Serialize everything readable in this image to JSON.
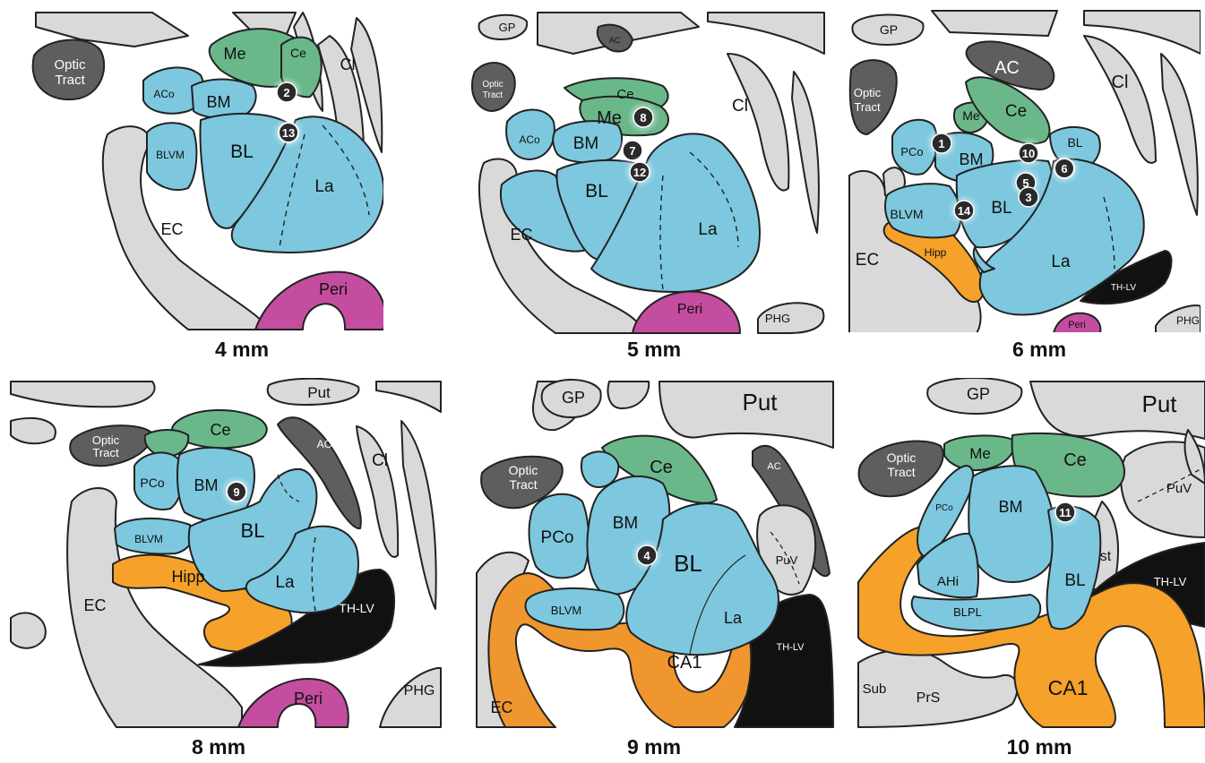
{
  "colors": {
    "amygdala": "#7dc8de",
    "central": "#6ab88a",
    "hippocampus": "#f5a12a",
    "perirhinal": "#c44da0",
    "gray_matter": "#d9d9d9",
    "dark_structure": "#5e5e5e",
    "ventricle": "#111111",
    "outline": "#222222"
  },
  "panels": [
    {
      "caption": "4 mm",
      "labels": {
        "optic": "Optic",
        "tract": "Tract",
        "me": "Me",
        "ce": "Ce",
        "cl": "Cl",
        "aco": "ACo",
        "bm": "BM",
        "blvm": "BLVM",
        "bl": "BL",
        "la": "La",
        "ec": "EC",
        "peri": "Peri"
      },
      "markers": [
        {
          "id": "2",
          "style": "dark"
        },
        {
          "id": "13",
          "style": "light"
        }
      ]
    },
    {
      "caption": "5 mm",
      "labels": {
        "gp": "GP",
        "ac": "AC",
        "cl": "Cl",
        "optic": "Optic",
        "tract": "Tract",
        "ce": "Ce",
        "me": "Me",
        "aco": "ACo",
        "bm": "BM",
        "bl": "BL",
        "la": "La",
        "ec": "EC",
        "peri": "Peri",
        "phg": "PHG"
      },
      "markers": [
        {
          "id": "8",
          "style": "dark"
        },
        {
          "id": "7",
          "style": "dark"
        },
        {
          "id": "12",
          "style": "dark"
        }
      ]
    },
    {
      "caption": "6 mm",
      "labels": {
        "gp": "GP",
        "ac": "AC",
        "cl": "Cl",
        "optic": "Optic",
        "tract": "Tract",
        "me": "Me",
        "ce": "Ce",
        "pco": "PCo",
        "bm": "BM",
        "bl_small": "BL",
        "blvm": "BLVM",
        "bl": "BL",
        "ec": "EC",
        "hipp": "Hipp",
        "la": "La",
        "thlv": "TH-LV",
        "peri": "Peri",
        "phg": "PHG"
      },
      "markers": [
        {
          "id": "1",
          "style": "dark"
        },
        {
          "id": "10",
          "style": "dark"
        },
        {
          "id": "6",
          "style": "light"
        },
        {
          "id": "5",
          "style": "dark"
        },
        {
          "id": "3",
          "style": "dark"
        },
        {
          "id": "14",
          "style": "dark"
        }
      ]
    },
    {
      "caption": "8 mm",
      "labels": {
        "put": "Put",
        "optic": "Optic",
        "tract": "Tract",
        "ce": "Ce",
        "ac": "AC",
        "cl": "Cl",
        "pco": "PCo",
        "bm": "BM",
        "blvm": "BLVM",
        "bl": "BL",
        "la": "La",
        "ec": "EC",
        "hipp": "Hipp",
        "thlv": "TH-LV",
        "peri": "Peri",
        "phg": "PHG"
      },
      "markers": [
        {
          "id": "9",
          "style": "light"
        }
      ]
    },
    {
      "caption": "9 mm",
      "labels": {
        "gp": "GP",
        "put": "Put",
        "optic": "Optic",
        "tract": "Tract",
        "ce": "Ce",
        "ac": "AC",
        "pco": "PCo",
        "bm": "BM",
        "puv": "PuV",
        "bl": "BL",
        "blvm": "BLVM",
        "la": "La",
        "ec": "EC",
        "ca1": "CA1",
        "thlv": "TH-LV"
      },
      "markers": [
        {
          "id": "4",
          "style": "dark"
        }
      ]
    },
    {
      "caption": "10 mm",
      "labels": {
        "gp": "GP",
        "put": "Put",
        "optic": "Optic",
        "tract": "Tract",
        "me": "Me",
        "ce": "Ce",
        "puv": "PuV",
        "pco": "PCo",
        "bm": "BM",
        "ahi": "AHi",
        "bl": "BL",
        "st": "st",
        "blpl": "BLPL",
        "thlv": "TH-LV",
        "sub": "Sub",
        "prs": "PrS",
        "ca1": "CA1"
      },
      "markers": [
        {
          "id": "11",
          "style": "dark"
        }
      ]
    }
  ]
}
